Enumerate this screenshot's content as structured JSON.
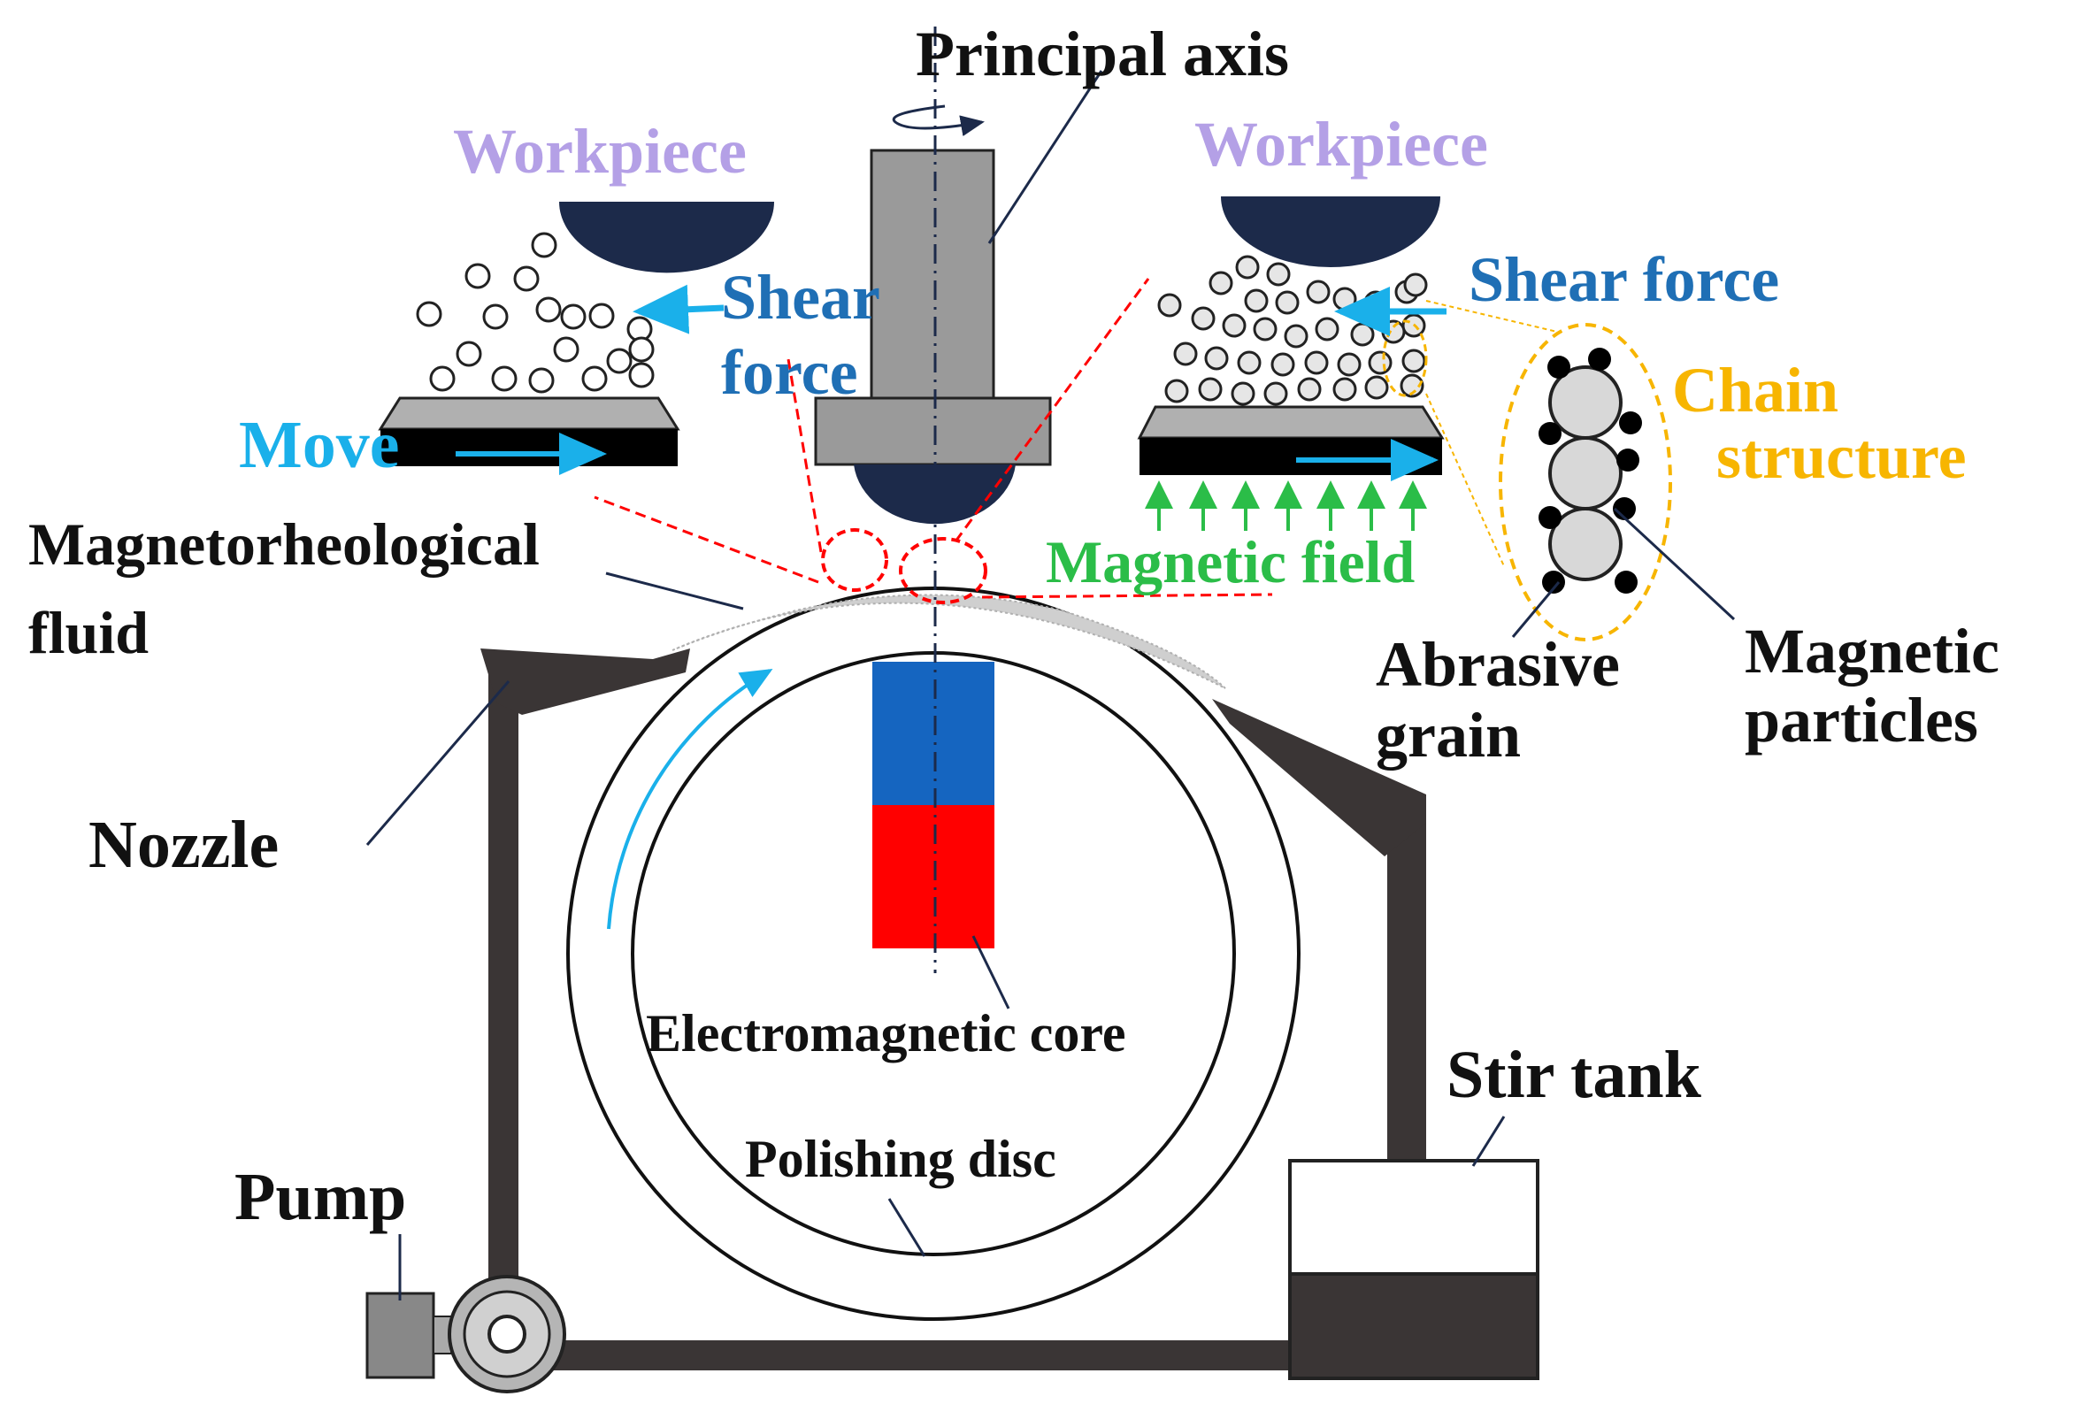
{
  "labels": {
    "principal_axis": "Principal axis",
    "workpiece_left": "Workpiece",
    "workpiece_right": "Workpiece",
    "shear_force_left_1": "Shear",
    "shear_force_left_2": "force",
    "shear_force_right": "Shear force",
    "chain_structure_1": "Chain",
    "chain_structure_2": "structure",
    "move": "Move",
    "magnetorheological_fluid_1": "Magnetorheological",
    "magnetorheological_fluid_2": "fluid",
    "magnetic_field": "Magnetic field",
    "abrasive_grain_1": "Abrasive",
    "abrasive_grain_2": "grain",
    "magnetic_particles_1": "Magnetic",
    "magnetic_particles_2": "particles",
    "nozzle": "Nozzle",
    "electromagnetic_core": "Electromagnetic core",
    "stir_tank": "Stir tank",
    "polishing_disc": "Polishing disc",
    "pump": "Pump"
  },
  "colors": {
    "workpiece_label": "#b4a0e6",
    "workpiece_body": "#1c2a4a",
    "shear_force": "#1f6fb5",
    "move": "#1ab0ea",
    "chain_structure": "#f7b500",
    "magnetic_field": "#2bbd48",
    "core_north": "#1565c0",
    "core_south": "#ff0000",
    "tool_gray": "#9a9a9a",
    "pipe": "#3a3535",
    "annotation_red": "#ff0000",
    "text": "#111111"
  }
}
